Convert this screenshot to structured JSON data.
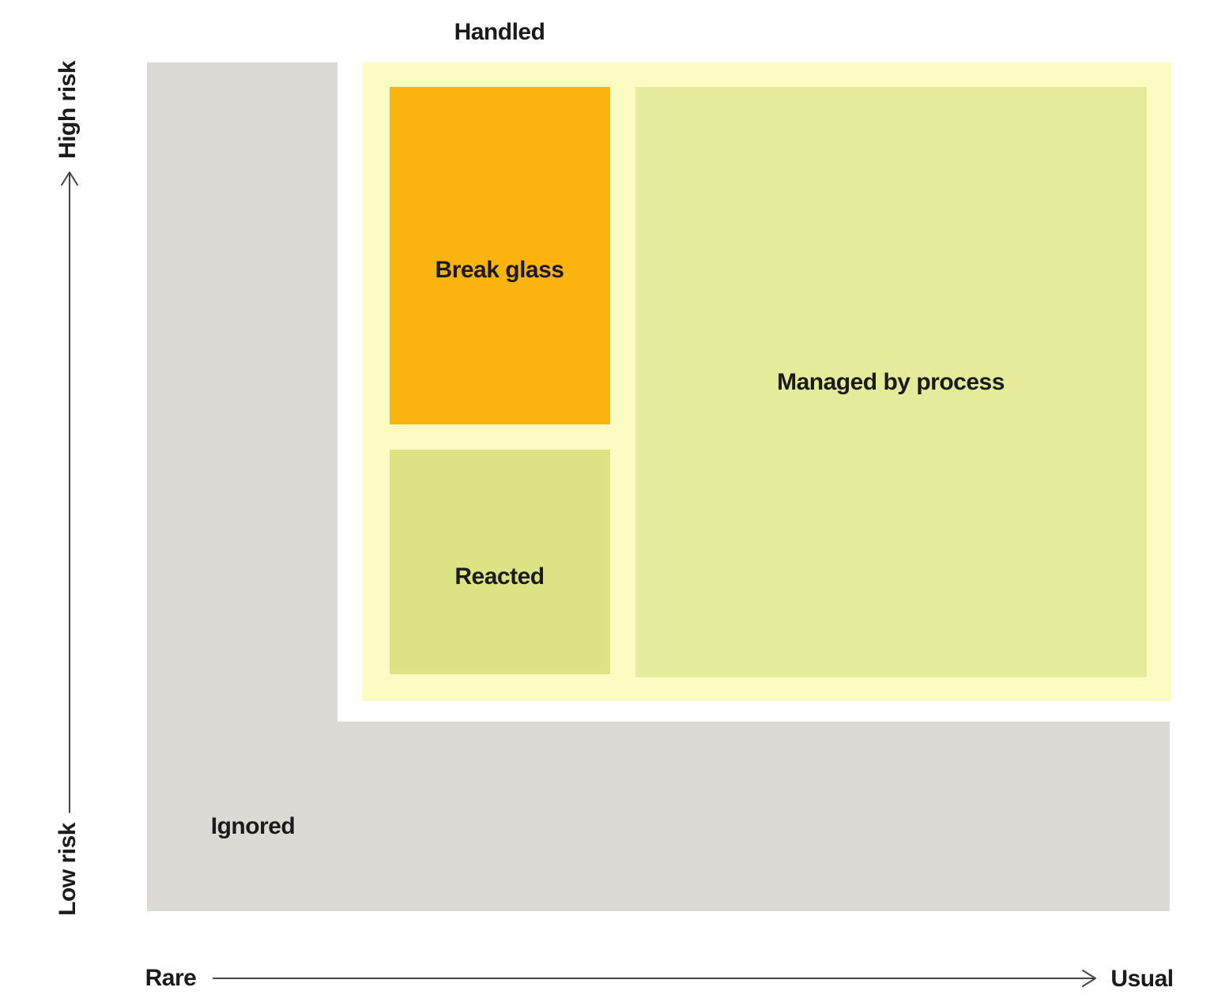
{
  "axes": {
    "y_high": "High risk",
    "y_low": "Low risk",
    "x_left": "Rare",
    "x_right": "Usual"
  },
  "regions": {
    "handled": {
      "label": "Handled",
      "color": "#FAFCC1"
    },
    "ignored": {
      "label": "Ignored",
      "color": "#DCDAD5"
    },
    "break_glass": {
      "label": "Break glass",
      "color": "#FBB40E"
    },
    "reacted": {
      "label": "Reacted",
      "color": "#DCE383"
    },
    "managed_by_process": {
      "label": "Managed by process",
      "color": "#E4EB9B"
    }
  },
  "colors": {
    "text": "#1b1b1b",
    "axis_line": "#454545",
    "background": "#ffffff"
  }
}
